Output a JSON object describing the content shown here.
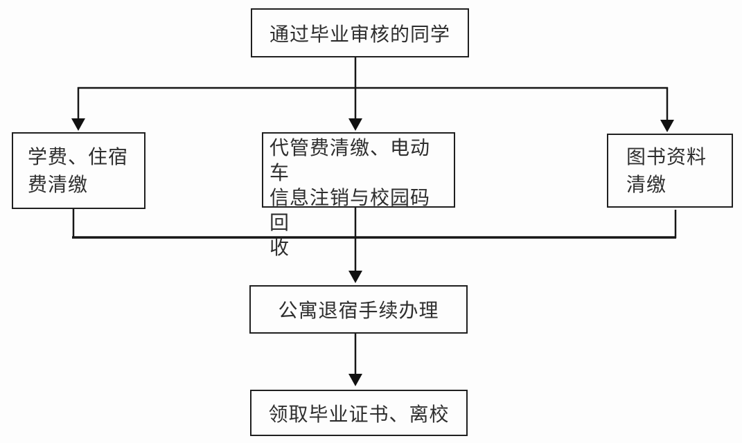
{
  "diagram": {
    "type": "flowchart",
    "nodes": {
      "start": {
        "id": "start",
        "label": "通过毕业审核的同学"
      },
      "tuition": {
        "id": "tuition",
        "label": "学费、住宿\n费清缴"
      },
      "agency": {
        "id": "agency",
        "label": "代管费清缴、电动车\n信息注销与校园码回\n收"
      },
      "library": {
        "id": "library",
        "label": "图书资料\n清缴"
      },
      "dorm": {
        "id": "dorm",
        "label": "公寓退宿手续办理"
      },
      "cert": {
        "id": "cert",
        "label": "领取毕业证书、离校"
      }
    },
    "edges": [
      {
        "from": "start",
        "to": "tuition"
      },
      {
        "from": "start",
        "to": "agency"
      },
      {
        "from": "start",
        "to": "library"
      },
      {
        "from": "tuition",
        "to": "dorm"
      },
      {
        "from": "agency",
        "to": "dorm"
      },
      {
        "from": "library",
        "to": "dorm"
      },
      {
        "from": "dorm",
        "to": "cert"
      }
    ],
    "colors": {
      "background": "#fdfdfd",
      "box_border": "#1f1f1f",
      "text": "#2e2e2e",
      "line": "#111111"
    }
  }
}
